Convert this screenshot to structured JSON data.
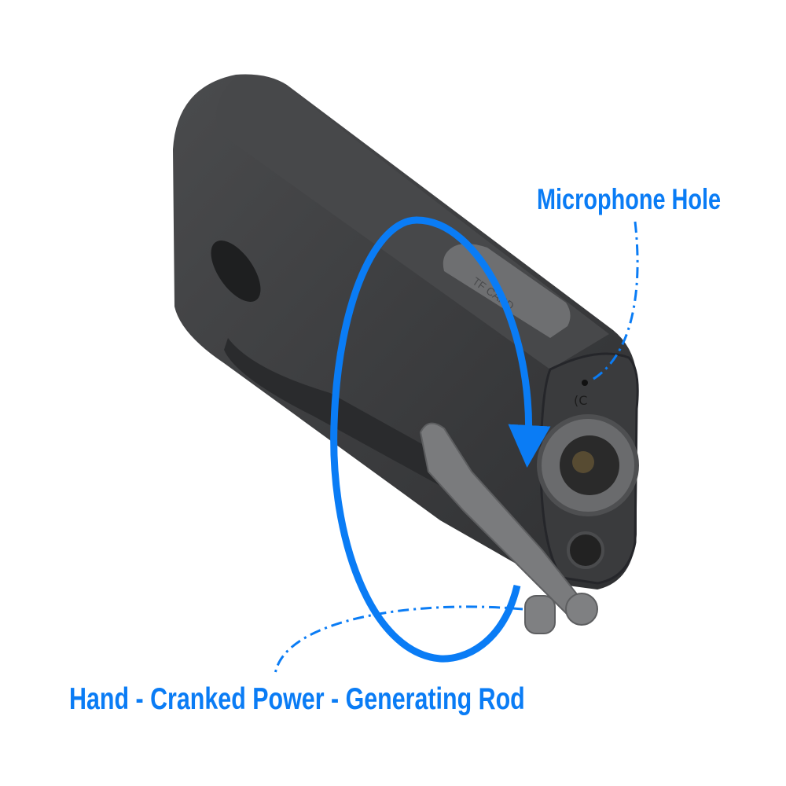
{
  "accent_color": "#0a7cf5",
  "labels": {
    "microphone": "Microphone Hole",
    "rod": "Hand - Cranked Power - Generating Rod"
  },
  "product_markings": {
    "card_slot": "TF CARD",
    "usb_icon": "usb-icon",
    "mic_icon": "microphone-icon"
  },
  "annotations": {
    "rotation_arrow": "clockwise-rotation-arrow"
  }
}
